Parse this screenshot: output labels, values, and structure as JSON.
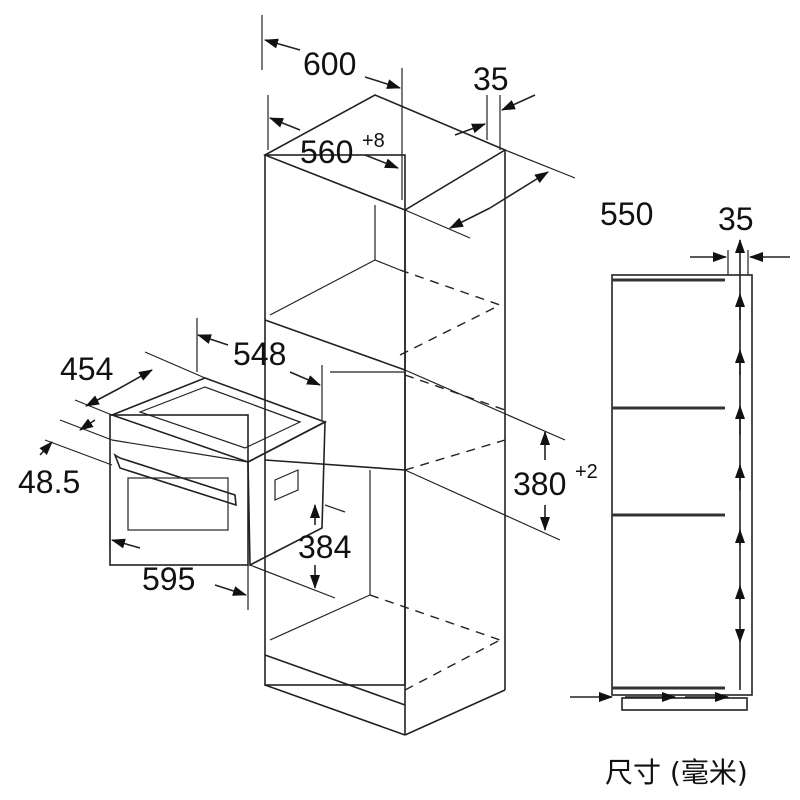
{
  "dimensions": {
    "cabinet_width": "600",
    "cabinet_top_gap": "35",
    "niche_width": "560",
    "niche_width_tol": "+8",
    "cabinet_depth": "550",
    "side_vent_gap": "35",
    "appliance_depth": "454",
    "appliance_body_depth": "548",
    "front_offset": "48.5",
    "appliance_height": "384",
    "appliance_width": "595",
    "niche_height": "380",
    "niche_height_tol": "+2"
  },
  "caption": "尺寸 (毫米)",
  "colors": {
    "line": "#222222",
    "background": "#ffffff"
  }
}
